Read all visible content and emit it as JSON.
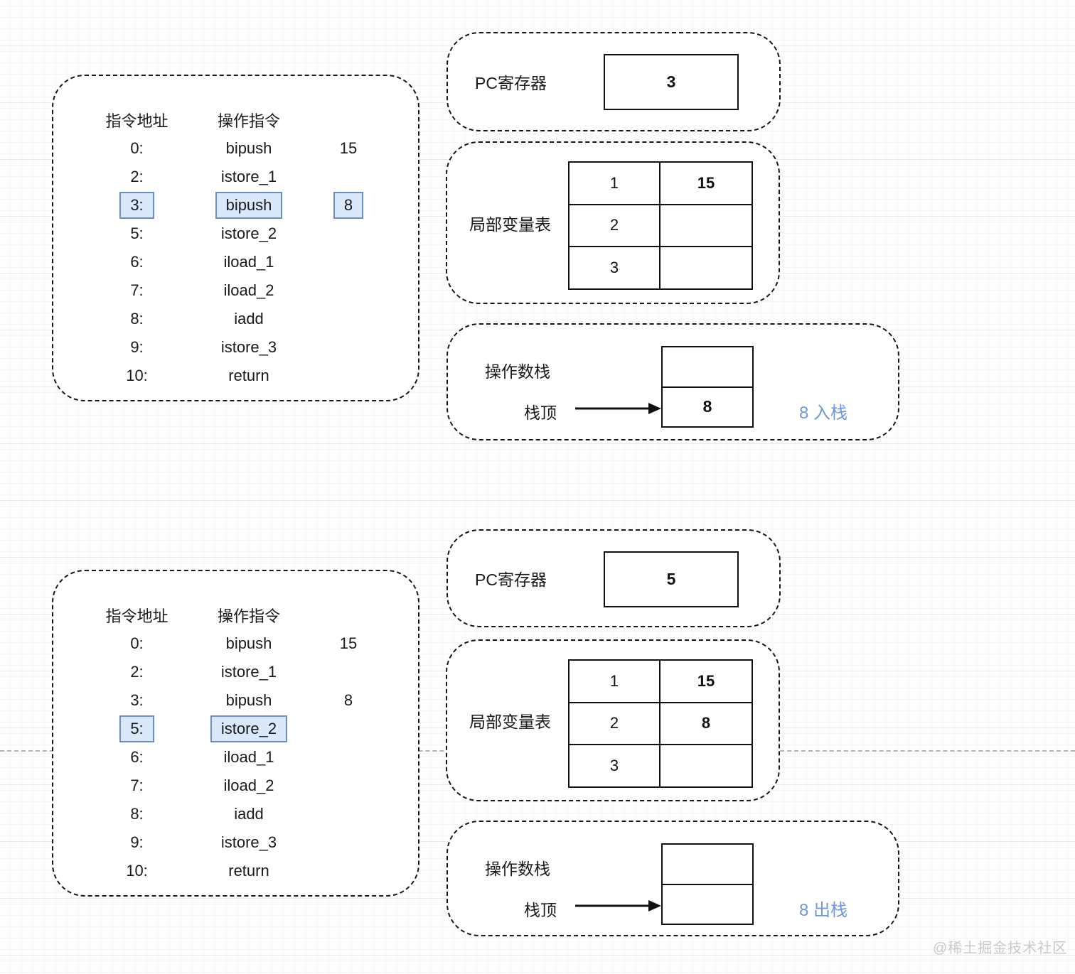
{
  "colors": {
    "highlight_fill": "#dae8fc",
    "highlight_border": "#6c8ebf",
    "accent_blue": "#6e96dd",
    "watermark_gray": "#c9c9c9"
  },
  "watermark": "@稀土掘金技术社区",
  "steps": [
    {
      "instructions": {
        "header_addr": "指令地址",
        "header_op": "操作指令",
        "rows": [
          {
            "addr": "0:",
            "op": "bipush",
            "operand": "15",
            "highlight": false
          },
          {
            "addr": "2:",
            "op": "istore_1",
            "operand": "",
            "highlight": false
          },
          {
            "addr": "3:",
            "op": "bipush",
            "operand": "8",
            "highlight": true
          },
          {
            "addr": "5:",
            "op": "istore_2",
            "operand": "",
            "highlight": false
          },
          {
            "addr": "6:",
            "op": "iload_1",
            "operand": "",
            "highlight": false
          },
          {
            "addr": "7:",
            "op": "iload_2",
            "operand": "",
            "highlight": false
          },
          {
            "addr": "8:",
            "op": "iadd",
            "operand": "",
            "highlight": false
          },
          {
            "addr": "9:",
            "op": "istore_3",
            "operand": "",
            "highlight": false
          },
          {
            "addr": "10:",
            "op": "return",
            "operand": "",
            "highlight": false
          }
        ]
      },
      "pc_register": {
        "label": "PC寄存器",
        "value": "3"
      },
      "local_vars": {
        "label": "局部变量表",
        "rows": [
          {
            "index": "1",
            "value": "15"
          },
          {
            "index": "2",
            "value": ""
          },
          {
            "index": "3",
            "value": ""
          }
        ]
      },
      "operand_stack": {
        "label": "操作数栈",
        "top_label": "栈顶",
        "cells": [
          "",
          "8"
        ],
        "annotation": "8 入栈"
      }
    },
    {
      "instructions": {
        "header_addr": "指令地址",
        "header_op": "操作指令",
        "rows": [
          {
            "addr": "0:",
            "op": "bipush",
            "operand": "15",
            "highlight": false
          },
          {
            "addr": "2:",
            "op": "istore_1",
            "operand": "",
            "highlight": false
          },
          {
            "addr": "3:",
            "op": "bipush",
            "operand": "8",
            "highlight": false
          },
          {
            "addr": "5:",
            "op": "istore_2",
            "operand": "",
            "highlight": true
          },
          {
            "addr": "6:",
            "op": "iload_1",
            "operand": "",
            "highlight": false
          },
          {
            "addr": "7:",
            "op": "iload_2",
            "operand": "",
            "highlight": false
          },
          {
            "addr": "8:",
            "op": "iadd",
            "operand": "",
            "highlight": false
          },
          {
            "addr": "9:",
            "op": "istore_3",
            "operand": "",
            "highlight": false
          },
          {
            "addr": "10:",
            "op": "return",
            "operand": "",
            "highlight": false
          }
        ]
      },
      "pc_register": {
        "label": "PC寄存器",
        "value": "5"
      },
      "local_vars": {
        "label": "局部变量表",
        "rows": [
          {
            "index": "1",
            "value": "15"
          },
          {
            "index": "2",
            "value": "8"
          },
          {
            "index": "3",
            "value": ""
          }
        ]
      },
      "operand_stack": {
        "label": "操作数栈",
        "top_label": "栈顶",
        "cells": [
          "",
          ""
        ],
        "annotation": "8 出栈"
      }
    }
  ]
}
